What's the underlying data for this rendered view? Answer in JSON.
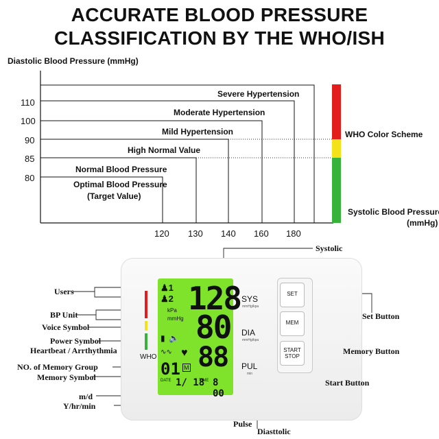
{
  "title": {
    "line1": "ACCURATE BLOOD PRESSURE",
    "line2": "CLASSIFICATION BY THE WHO/ISH"
  },
  "chart": {
    "ylabel": "Diastolic Blood Pressure (mmHg)",
    "yticks": [
      "110",
      "100",
      "90",
      "85",
      "80"
    ],
    "xticks": [
      "120",
      "130",
      "140",
      "160",
      "180"
    ],
    "xlabel_line1": "Systolic Blood Pressure",
    "xlabel_line2": "(mmHg)",
    "categories": [
      "Severe Hypertension",
      "Moderate Hypertension",
      "Mild Hypertension",
      "High Normal Value",
      "Normal Blood Pressure",
      "Optimal Blood Pressure",
      "(Target Value)"
    ],
    "color_scheme_label": "WHO Color Scheme",
    "colors": {
      "red": "#e31c1c",
      "yellow": "#f3e21a",
      "green": "#37b23a"
    }
  },
  "device": {
    "user1": "1",
    "user2": "2",
    "unit_kpa": "kPa",
    "unit_mmhg": "mmHg",
    "who": "WHO",
    "sys_value": "128",
    "dia_value": "80",
    "pul_value": "88",
    "memory_group": "01",
    "memory_symbol": "M",
    "date_label": "DATE",
    "date_value": "1/ 18",
    "time_label": "TIME",
    "time_value": "8 00",
    "sys_label": "SYS",
    "dia_label": "DIA",
    "pul_label": "PUL",
    "sys_unit": "mmHg/kpa",
    "dia_unit": "mmHg/kpa",
    "pul_unit": "min",
    "btn_set": "SET",
    "btn_mem": "MEM",
    "btn_start_1": "START",
    "btn_start_2": "STOP"
  },
  "callouts": {
    "users": "Users",
    "bp_unit": "BP Unit",
    "voice": "Voice Symbol",
    "power": "Power Symbol",
    "heartbeat": "Heartbeat / Arrthythmia",
    "memory_group": "NO. of Memory Group",
    "memory_symbol": "Memory Symbol",
    "md": "m/d",
    "yhrmin": "Y/hr/min",
    "systolic": "Systolic",
    "set": "Set Button",
    "memory": "Memory Button",
    "start": "Start Button",
    "pulse": "Pulse",
    "diastolic": "Diasttolic"
  }
}
